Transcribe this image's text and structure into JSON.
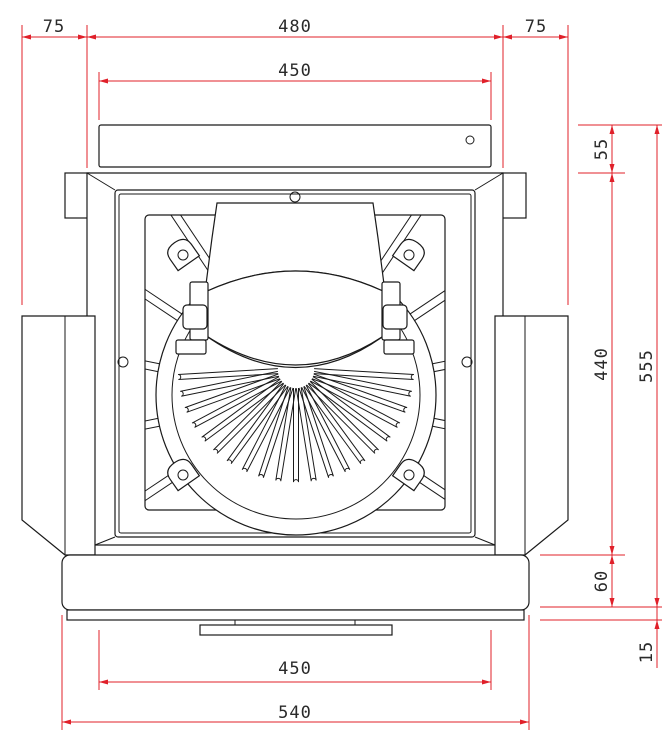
{
  "colors": {
    "dimension": "#e0202a",
    "outline": "#1a1a1a",
    "text": "#2a2a2a",
    "background": "#ffffff"
  },
  "dimensions": {
    "top_left_margin": "75",
    "top_overall_width": "480",
    "top_right_margin": "75",
    "top_inner_width": "450",
    "right_top_height": "55",
    "right_middle_height": "440",
    "right_overall_height": "555",
    "right_base_height": "60",
    "right_foot_height": "15",
    "bottom_inner_width": "450",
    "bottom_overall_width": "540"
  }
}
